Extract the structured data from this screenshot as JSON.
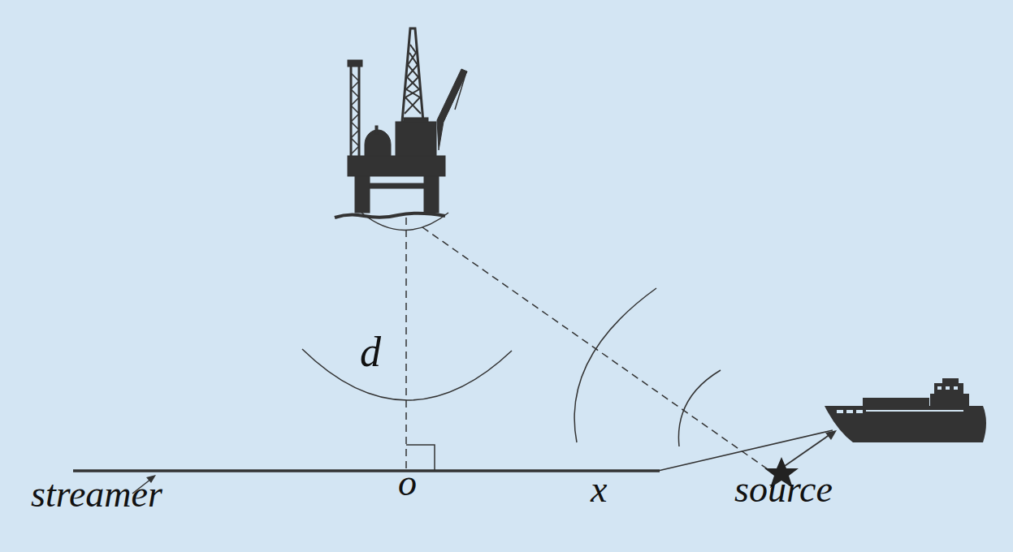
{
  "diagram": {
    "labels": [
      "d",
      "o",
      "x",
      "source",
      "streamer"
    ]
  }
}
